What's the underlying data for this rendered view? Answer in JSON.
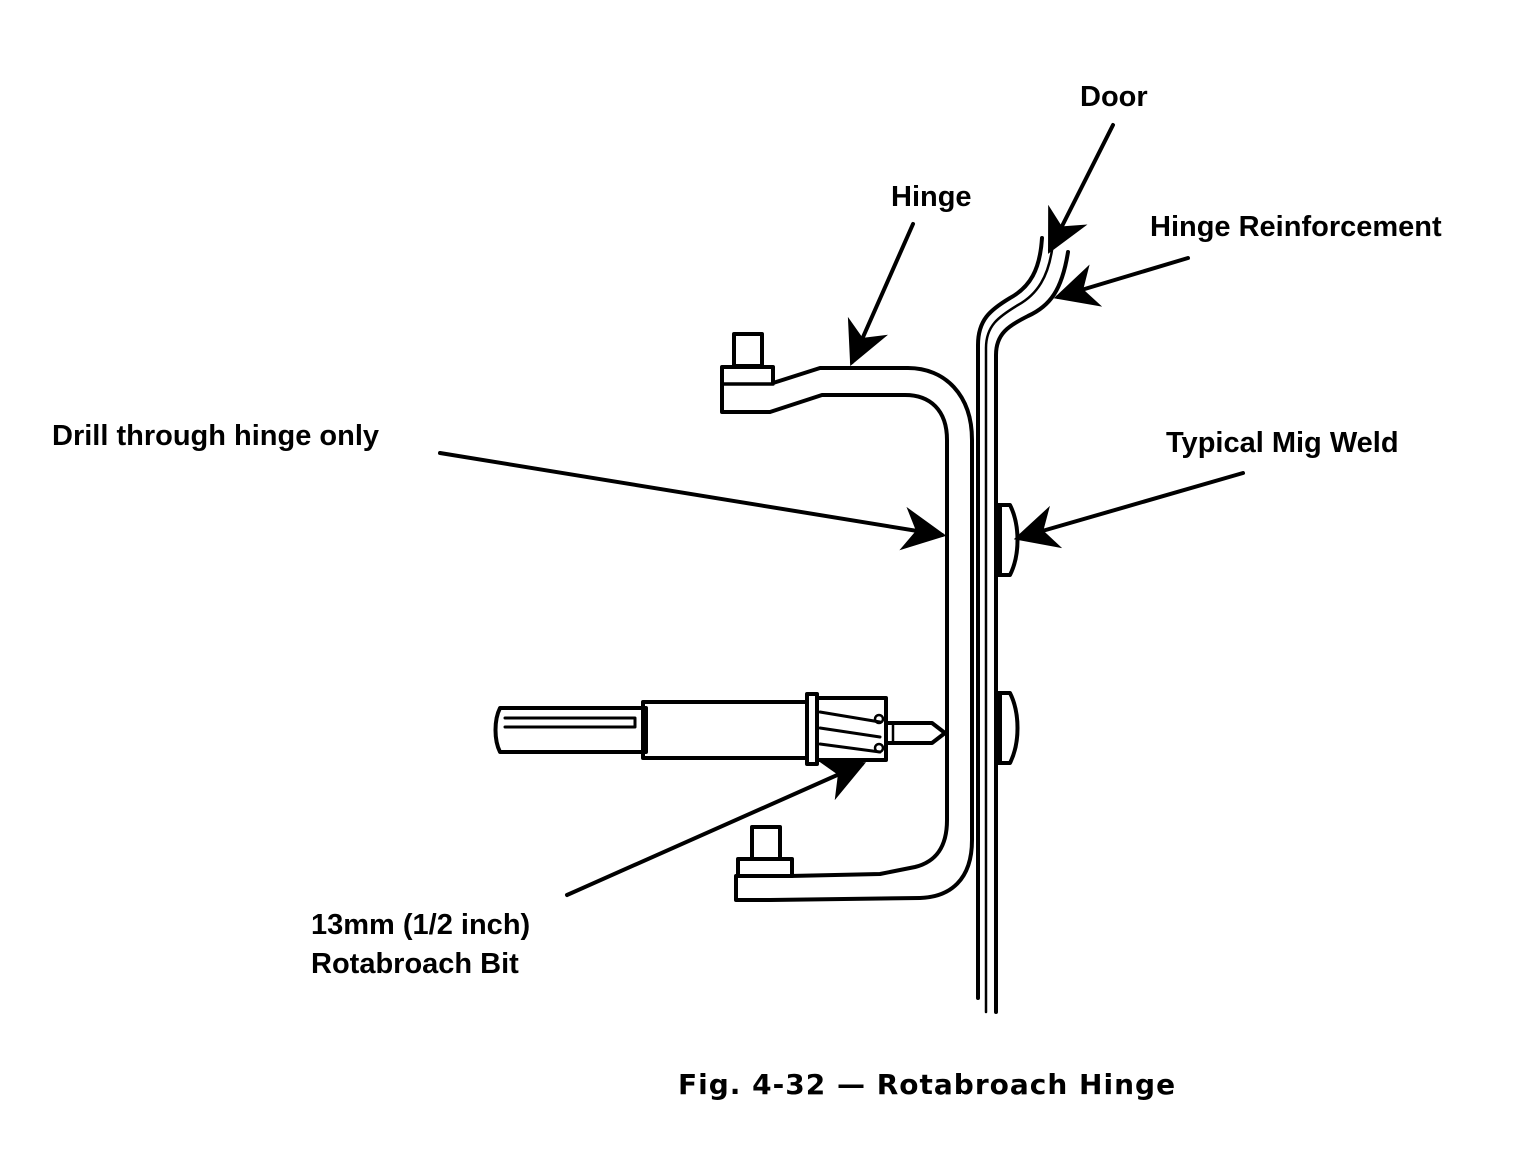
{
  "figure": {
    "caption": "Fig. 4-32 — Rotabroach Hinge",
    "labels": {
      "door": "Door",
      "hinge": "Hinge",
      "hinge_reinforcement": "Hinge Reinforcement",
      "drill_instruction": "Drill through hinge only",
      "mig_weld": "Typical Mig Weld",
      "bit_line1": "13mm (1/2 inch)",
      "bit_line2": "Rotabroach Bit"
    },
    "colors": {
      "ink": "#000000",
      "background": "#ffffff"
    }
  }
}
